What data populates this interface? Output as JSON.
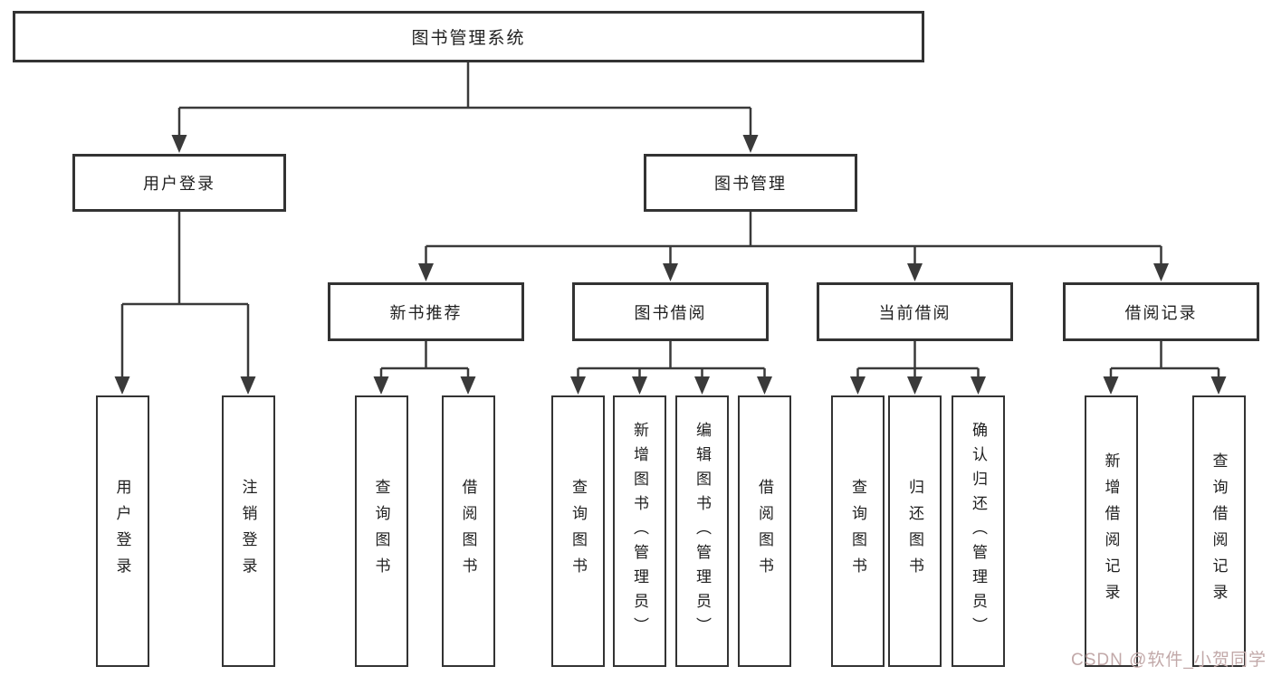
{
  "colors": {
    "line": "#3a3a3a",
    "box_border": "#333333",
    "text": "#1f1f1f",
    "background": "#ffffff",
    "watermark": "#c2a9a9"
  },
  "tree": {
    "root": {
      "label": "图书管理系统"
    },
    "branches": [
      {
        "label": "用户登录",
        "leaves": [
          {
            "label": "用户登录"
          },
          {
            "label": "注销登录"
          }
        ]
      },
      {
        "label": "图书管理",
        "groups": [
          {
            "label": "新书推荐",
            "leaves": [
              {
                "label": "查询图书"
              },
              {
                "label": "借阅图书"
              }
            ]
          },
          {
            "label": "图书借阅",
            "leaves": [
              {
                "label": "查询图书"
              },
              {
                "label": "新增图书（管理员）"
              },
              {
                "label": "编辑图书（管理员）"
              },
              {
                "label": "借阅图书"
              }
            ]
          },
          {
            "label": "当前借阅",
            "leaves": [
              {
                "label": "查询图书"
              },
              {
                "label": "归还图书"
              },
              {
                "label": "确认归还（管理员）"
              }
            ]
          },
          {
            "label": "借阅记录",
            "leaves": [
              {
                "label": "新增借阅记录"
              },
              {
                "label": "查询借阅记录"
              }
            ]
          }
        ]
      }
    ]
  },
  "watermark": {
    "text": "CSDN @软件_小贺同学"
  }
}
